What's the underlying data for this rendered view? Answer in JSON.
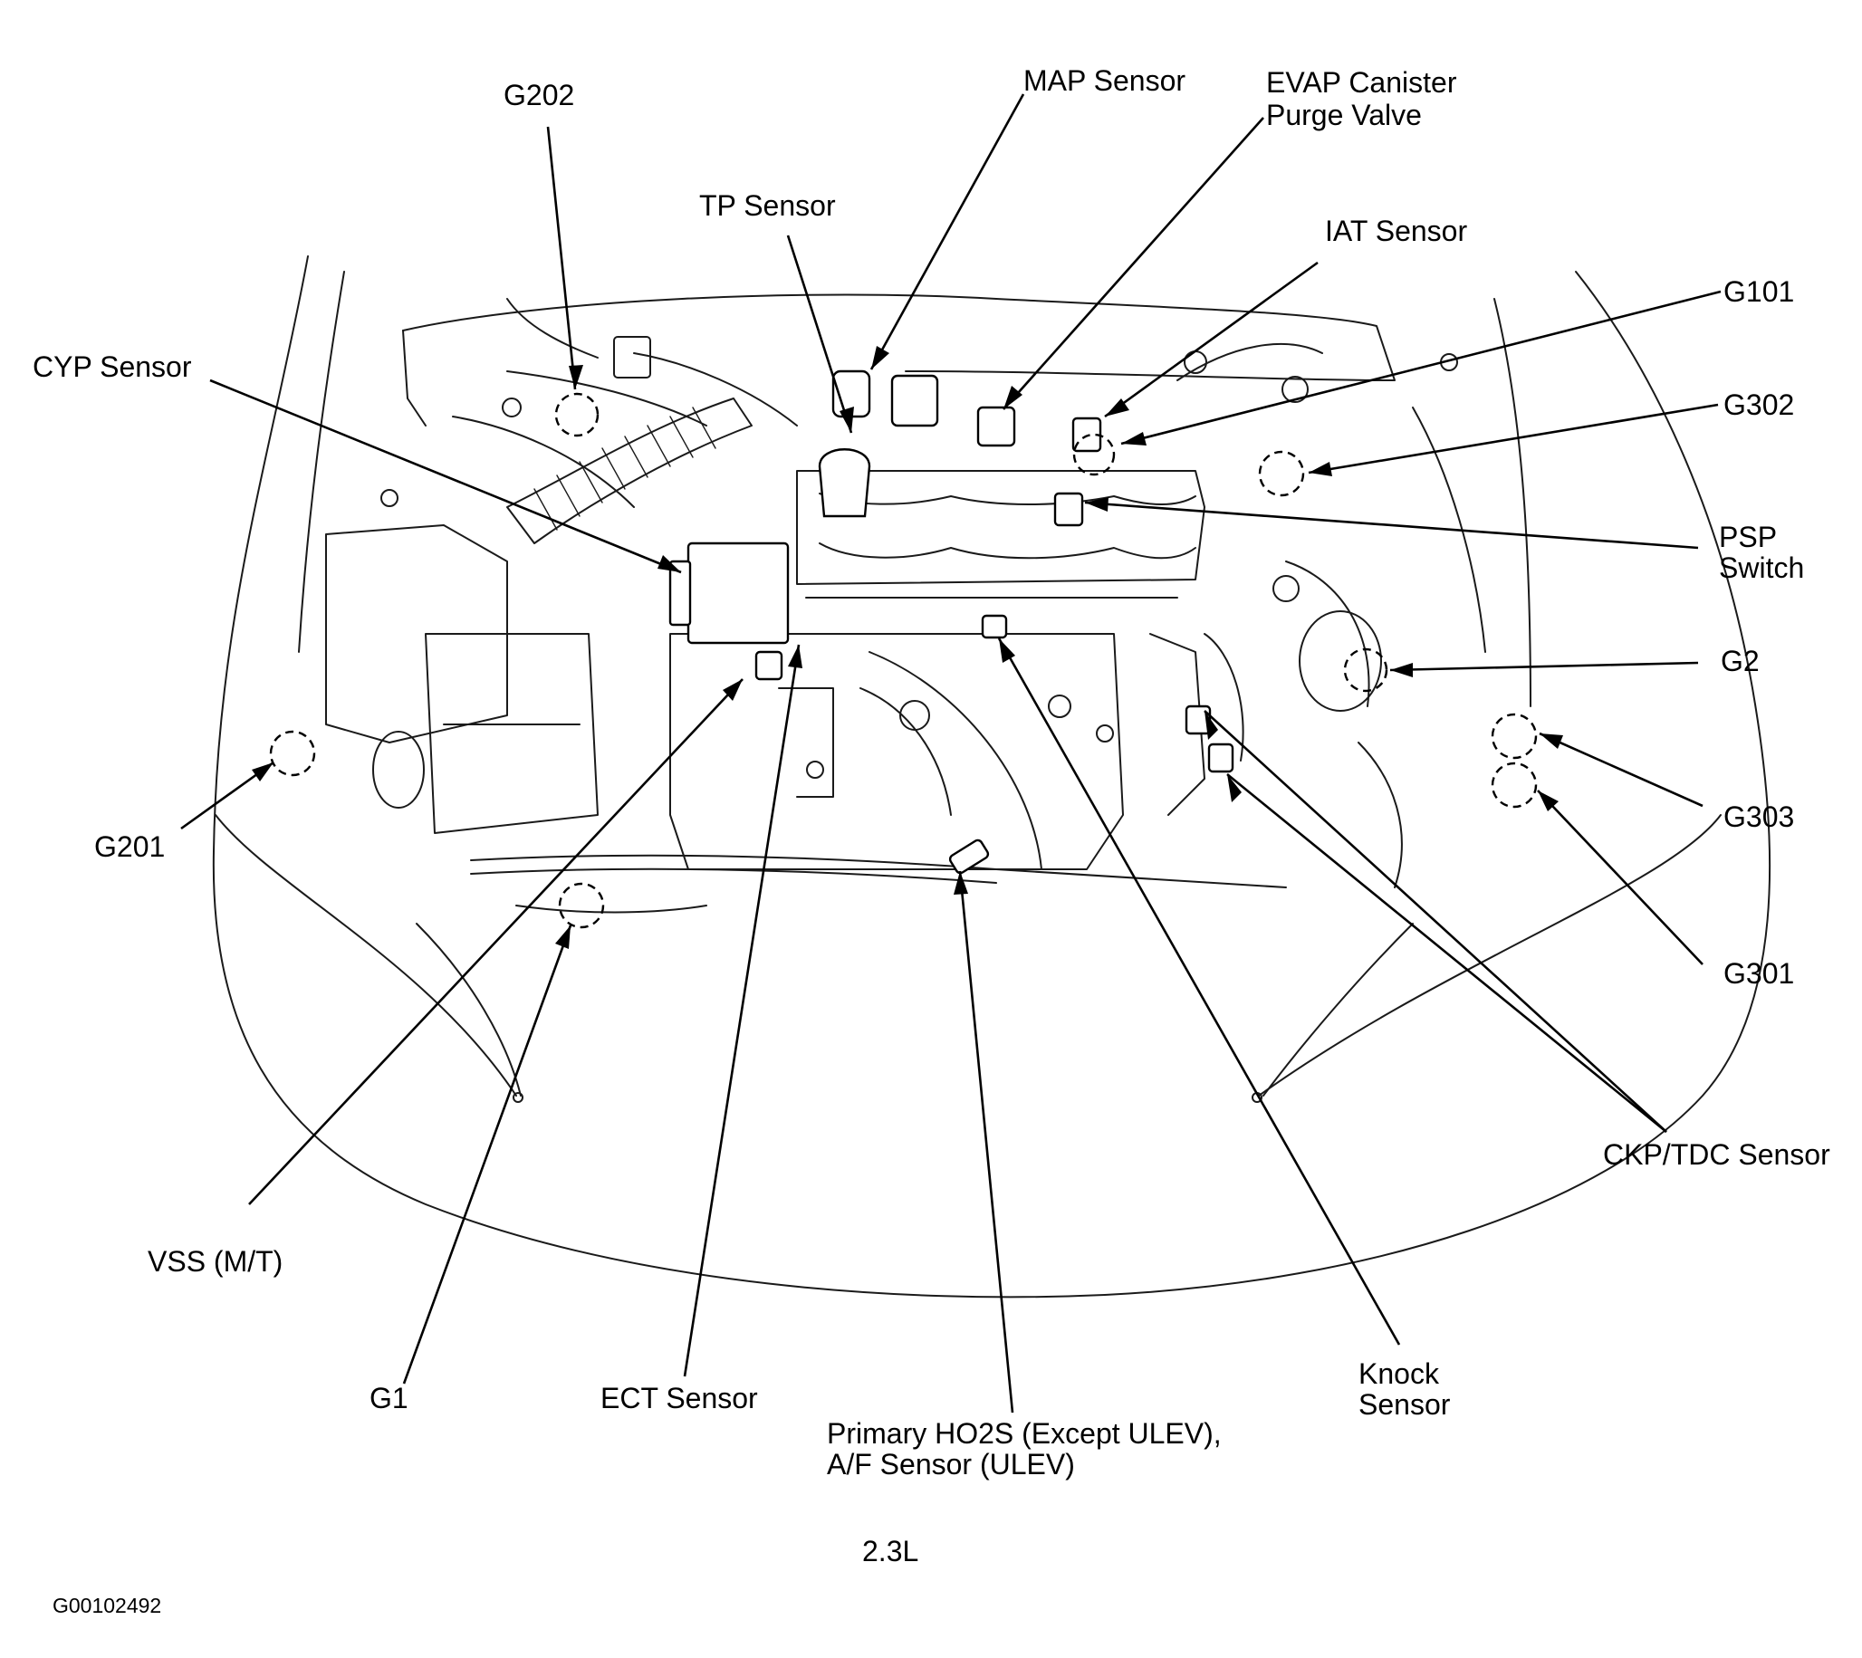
{
  "labels": {
    "g202": "G202",
    "map_sensor": "MAP Sensor",
    "evap_line1": "EVAP Canister",
    "evap_line2": "Purge Valve",
    "tp_sensor": "TP Sensor",
    "iat_sensor": "IAT Sensor",
    "g101": "G101",
    "cyp_sensor": "CYP  Sensor",
    "g302": "G302",
    "psp_line1": "PSP",
    "psp_line2": "Switch",
    "g2": "G2",
    "g201": "G201",
    "g303": "G303",
    "g301": "G301",
    "ckp_tdc": "CKP/TDC Sensor",
    "vss": "VSS  (M/T)",
    "g1": "G1",
    "ect_sensor": "ECT  Sensor",
    "ho2s_line1": "Primary HO2S (Except ULEV),",
    "ho2s_line2": "A/F Sensor (ULEV)",
    "knock_line1": "Knock",
    "knock_line2": "Sensor"
  },
  "engine_label": "2.3L",
  "figure_code": "G00102492"
}
